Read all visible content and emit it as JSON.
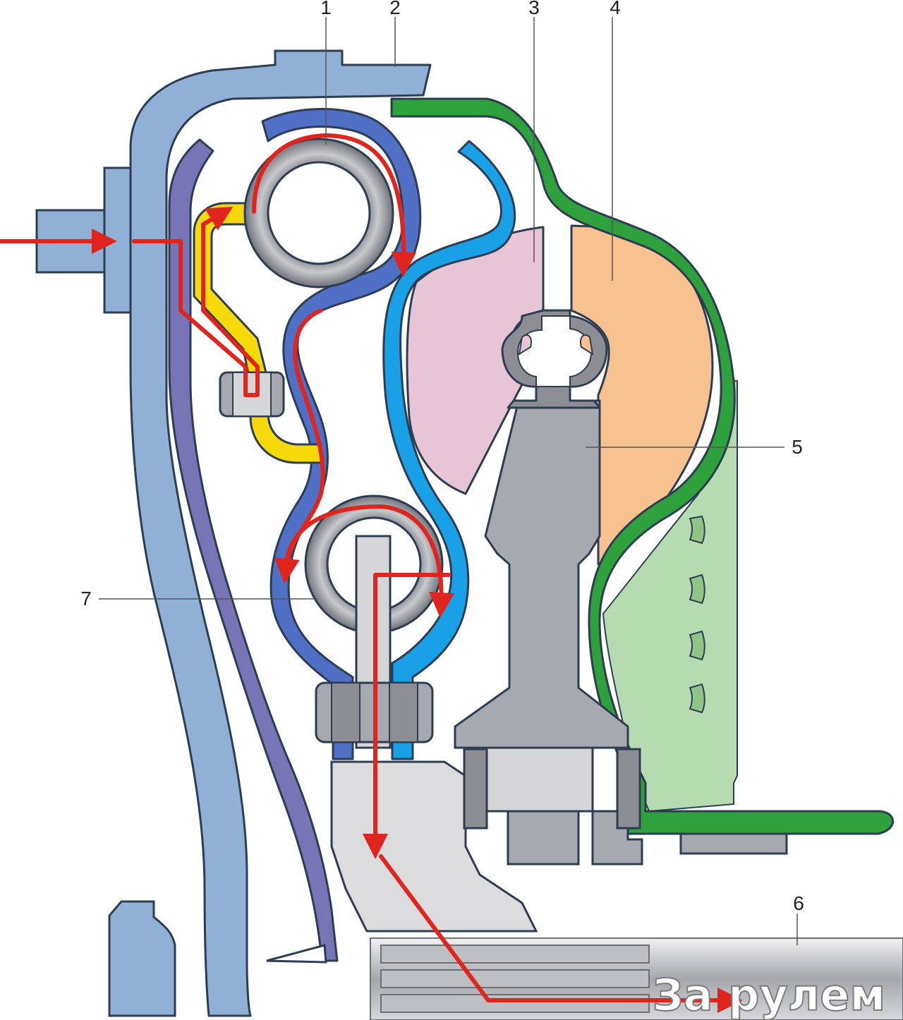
{
  "callouts": {
    "n1": "1",
    "n2": "2",
    "n3": "3",
    "n4": "4",
    "n5": "5",
    "n6": "6",
    "n7": "7"
  },
  "watermark": "За рулем",
  "colors": {
    "housing": "#90b0d6",
    "outline": "#2d3d52",
    "flow_arrow": "#e0241e",
    "oil_duct": "#f5d90a",
    "impeller_shell": "#4f70c4",
    "turbine_shell": "#1aa0e6",
    "stator_plate": "#7775b5",
    "turbine_wheel": "#e8c5d6",
    "pump_wheel": "#f7c28f",
    "cover_green": "#2ea03c",
    "cover_light_green": "#b6dbb0",
    "steel_grey": "#a7a9b1",
    "light_grey": "#d6d6d9",
    "ring_grey": "#8c8e94",
    "shaft_grey": "#c9cacf"
  },
  "icons": {
    "flow": "red-flow-arrow",
    "torus": "ring-torus"
  }
}
